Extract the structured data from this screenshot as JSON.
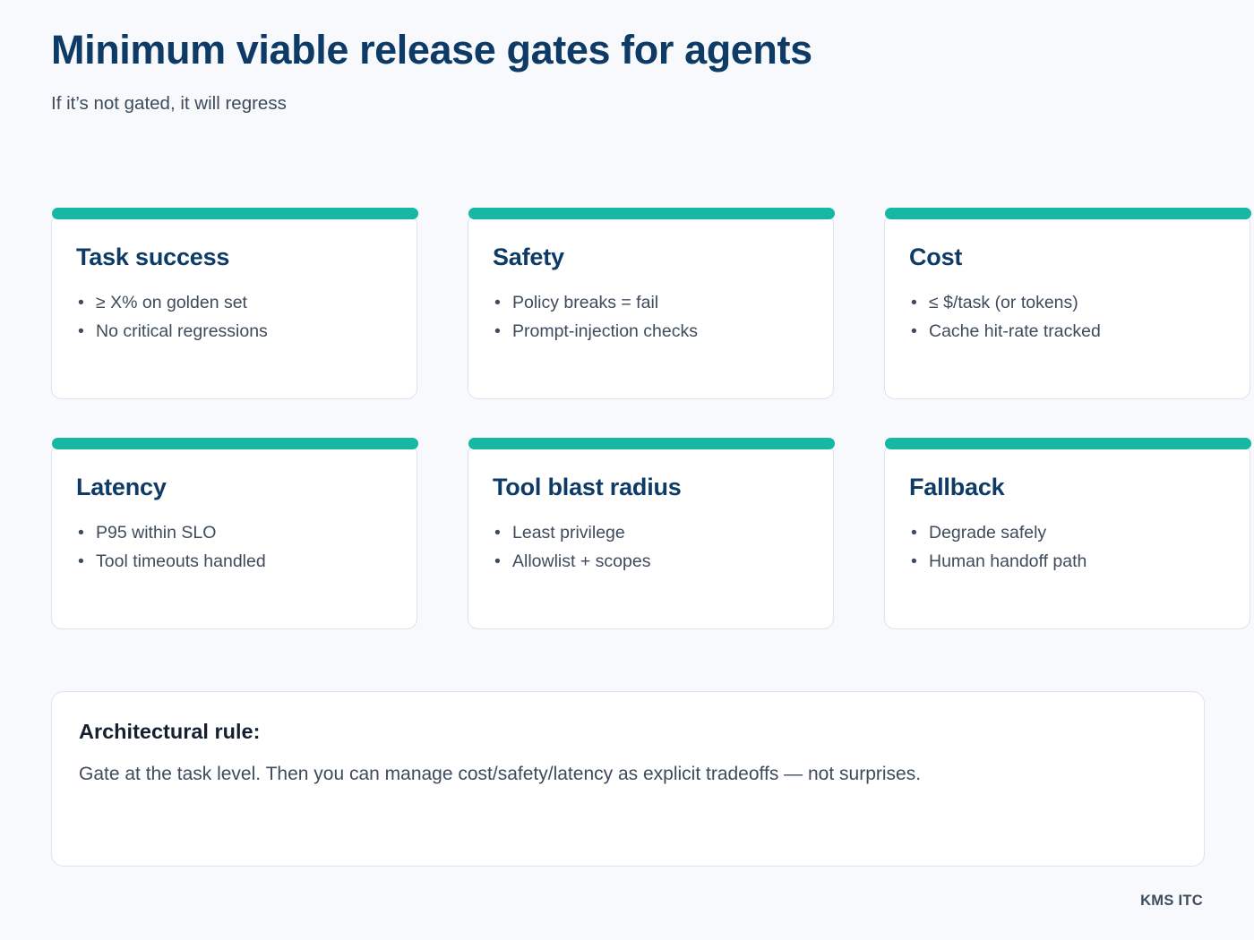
{
  "header": {
    "title": "Minimum viable release gates for agents",
    "subtitle": "If it’s not gated, it will regress"
  },
  "theme": {
    "background": "#f7f9fc",
    "accent": "#16b8a4",
    "title_color": "#0d3b66",
    "body_color": "#3d4b5c",
    "card_background": "#ffffff",
    "card_border": "#dde3ec"
  },
  "cards": [
    {
      "title": "Task success",
      "bullets": [
        "≥ X% on golden set",
        "No critical regressions"
      ]
    },
    {
      "title": "Safety",
      "bullets": [
        "Policy breaks = fail",
        "Prompt-injection checks"
      ]
    },
    {
      "title": "Cost",
      "bullets": [
        "≤ $/task (or tokens)",
        "Cache hit-rate tracked"
      ]
    },
    {
      "title": "Latency",
      "bullets": [
        "P95 within SLO",
        "Tool timeouts handled"
      ]
    },
    {
      "title": "Tool blast radius",
      "bullets": [
        "Least privilege",
        "Allowlist + scopes"
      ]
    },
    {
      "title": "Fallback",
      "bullets": [
        "Degrade safely",
        "Human handoff path"
      ]
    }
  ],
  "callout": {
    "title": "Architectural rule:",
    "body": "Gate at the task level. Then you can manage cost/safety/latency as explicit tradeoffs — not surprises."
  },
  "footer": {
    "brand": "KMS ITC"
  }
}
